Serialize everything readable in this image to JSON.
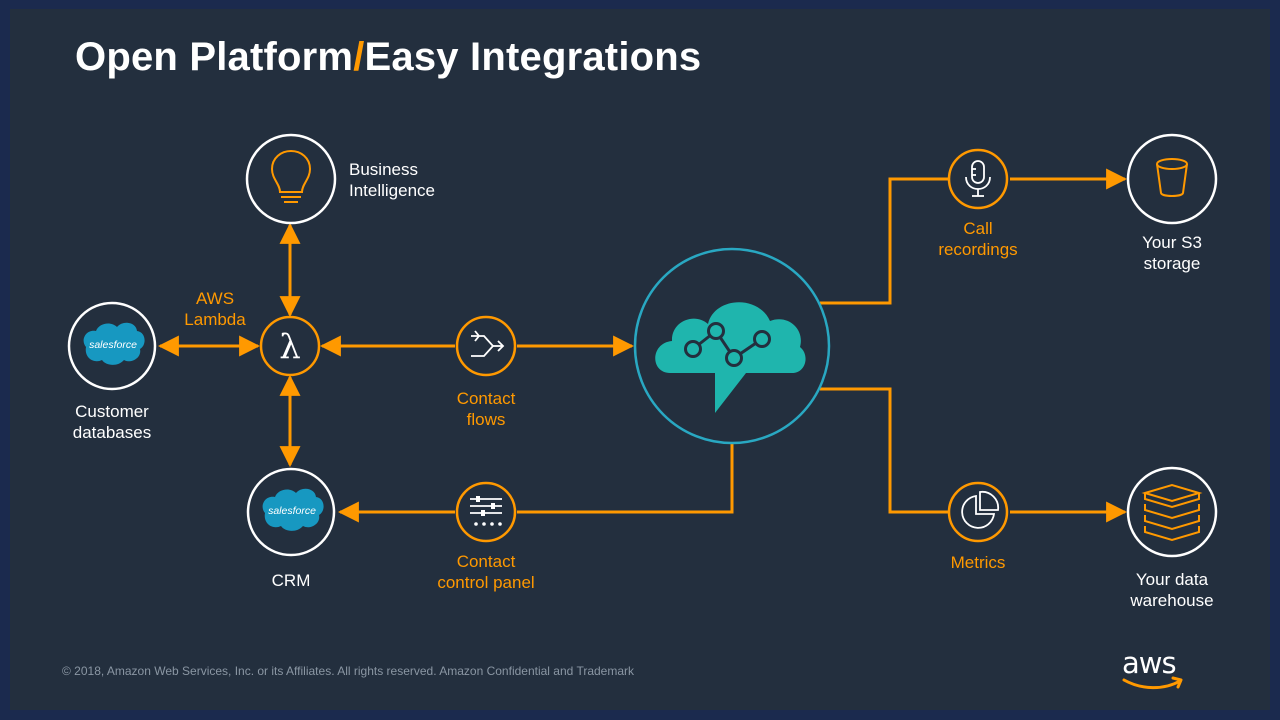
{
  "title": {
    "part1": "Open Platform",
    "separator": "/",
    "part2": "Easy Integrations"
  },
  "nodes": {
    "business_intelligence": {
      "icon": "lightbulb-icon",
      "label_line1": "Business",
      "label_line2": "Intelligence"
    },
    "aws_lambda": {
      "icon": "lambda-icon",
      "symbol": "λ",
      "label_line1": "AWS",
      "label_line2": "Lambda"
    },
    "customer_databases": {
      "icon": "salesforce-icon",
      "logo_text": "salesforce",
      "label_line1": "Customer",
      "label_line2": "databases"
    },
    "crm": {
      "icon": "salesforce-icon",
      "logo_text": "salesforce",
      "label": "CRM"
    },
    "contact_flows": {
      "icon": "flow-merge-icon",
      "label_line1": "Contact",
      "label_line2": "flows"
    },
    "contact_control_panel": {
      "icon": "control-panel-icon",
      "label_line1": "Contact",
      "label_line2": "control panel"
    },
    "amazon_connect": {
      "icon": "connect-cloud-icon"
    },
    "call_recordings": {
      "icon": "microphone-icon",
      "label_line1": "Call",
      "label_line2": "recordings"
    },
    "s3_storage": {
      "icon": "bucket-icon",
      "label_line1": "Your S3",
      "label_line2": "storage"
    },
    "metrics": {
      "icon": "pie-chart-icon",
      "label": "Metrics"
    },
    "data_warehouse": {
      "icon": "stacked-layers-icon",
      "label_line1": "Your data",
      "label_line2": "warehouse"
    }
  },
  "footer": "© 2018, Amazon Web Services, Inc. or its Affiliates. All rights reserved. Amazon Confidential and Trademark",
  "logo": {
    "text": "aws",
    "icon": "aws-smile-icon"
  },
  "colors": {
    "background": "#232f3e",
    "accent": "#ff9900",
    "connect": "#1fb5ad",
    "node_border": "#ffffff",
    "connect_border": "#29a8c2"
  }
}
